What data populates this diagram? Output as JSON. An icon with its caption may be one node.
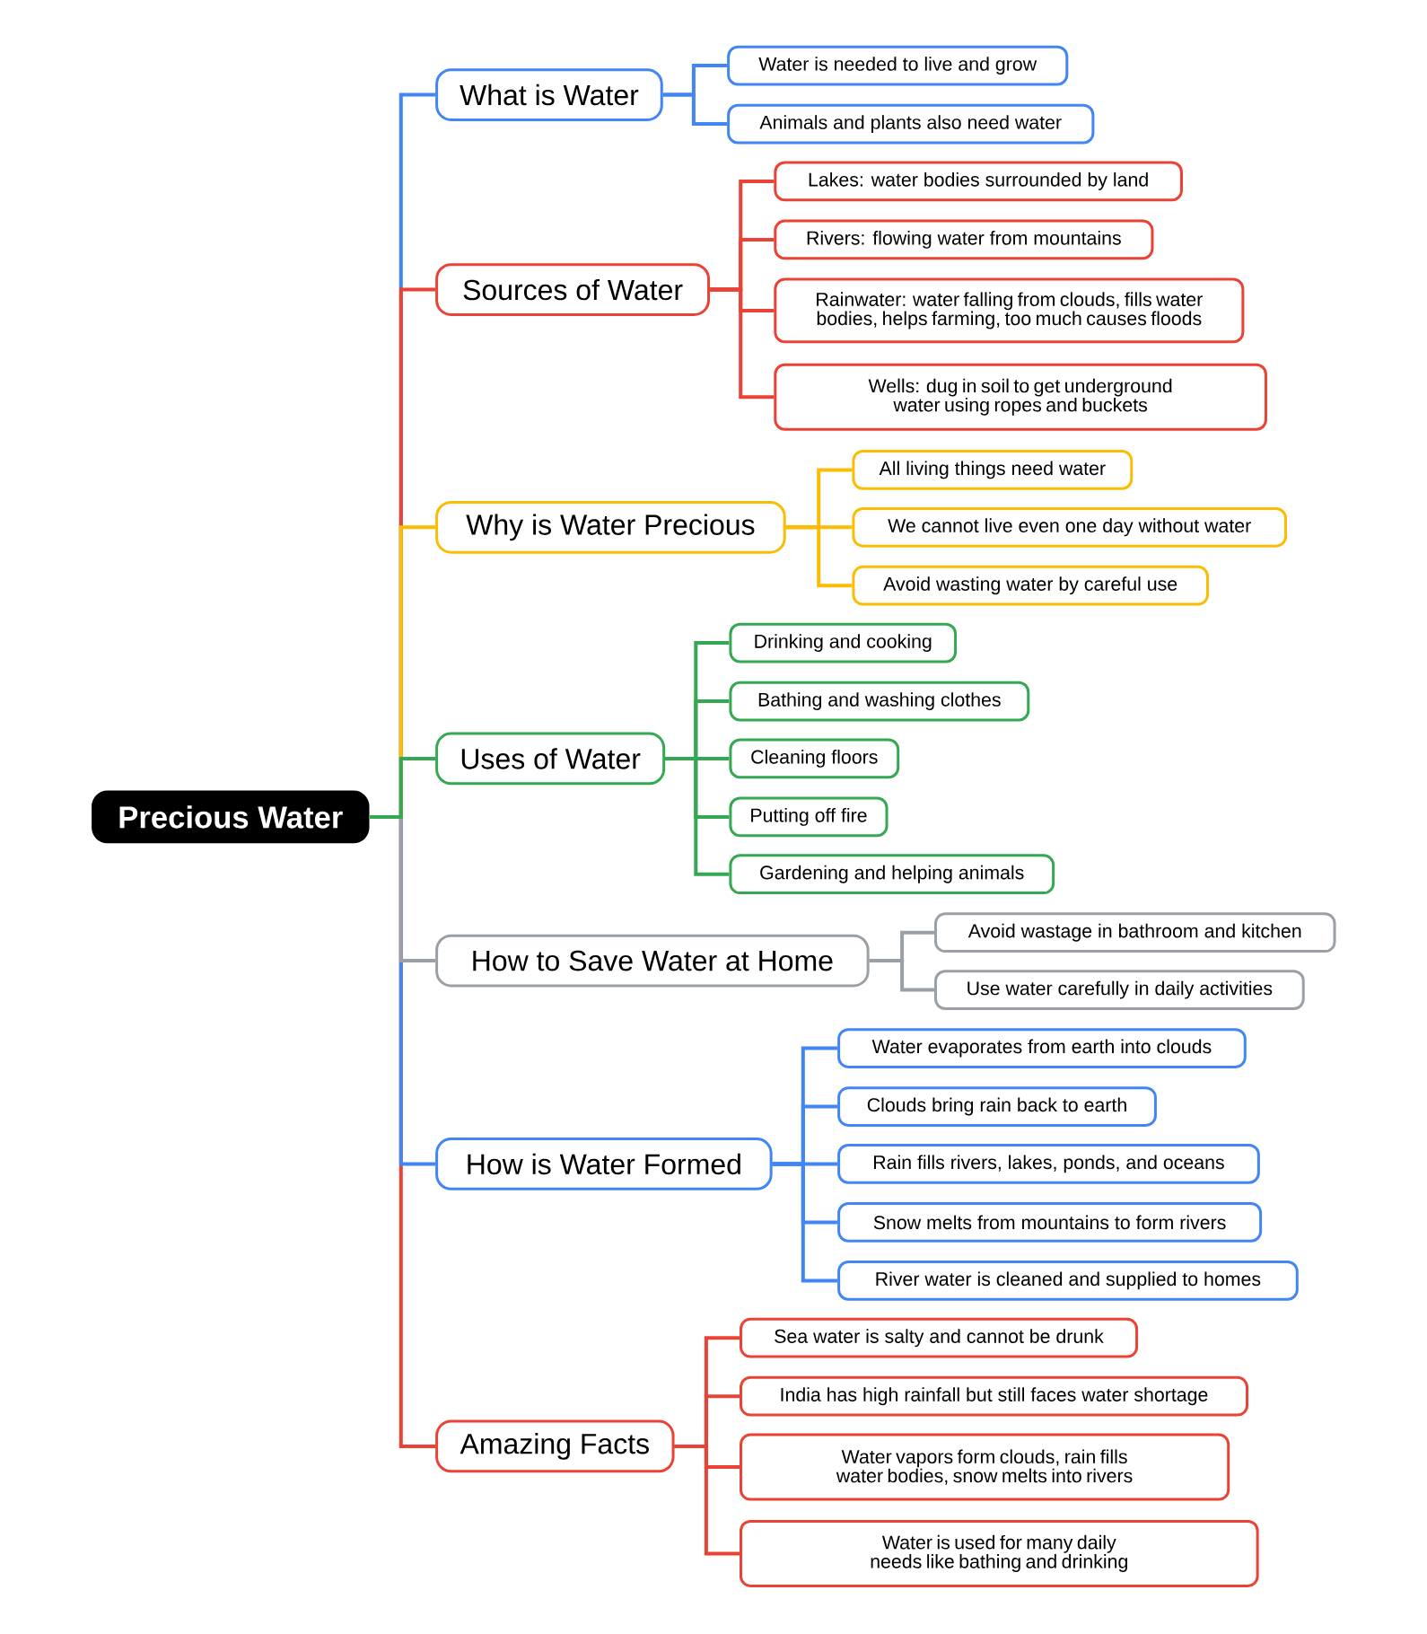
{
  "diagram": {
    "nodes": [
      {
        "text": [
          "Precious Water"
        ]
      },
      {
        "text": [
          "What is Water"
        ]
      },
      {
        "text": [
          "Water is needed to live and grow"
        ]
      },
      {
        "text": [
          "Animals and plants also need water"
        ]
      },
      {
        "text": [
          "Sources of Water"
        ]
      },
      {
        "text": [
          "Lakes: water bodies surrounded by land"
        ]
      },
      {
        "text": [
          "Rivers: flowing water from mountains"
        ]
      },
      {
        "text": [
          "Rainwater: water falling from clouds, fills water bodies, helps farming, too much causes floods"
        ]
      },
      {
        "text": [
          "Wells: dug in soil to get underground water using ropes and buckets"
        ]
      },
      {
        "text": [
          "Why is Water Precious"
        ]
      },
      {
        "text": [
          "All living things need water"
        ]
      },
      {
        "text": [
          "We cannot live even one day without water"
        ]
      },
      {
        "text": [
          "Avoid wasting water by careful use"
        ]
      },
      {
        "text": [
          "Uses of Water"
        ]
      },
      {
        "text": [
          "Drinking and cooking"
        ]
      },
      {
        "text": [
          "Bathing and washing clothes"
        ]
      },
      {
        "text": [
          "Cleaning floors"
        ]
      },
      {
        "text": [
          "Putting off fire"
        ]
      },
      {
        "text": [
          "Gardening and helping animals"
        ]
      },
      {
        "text": [
          "How to Save Water at Home"
        ]
      },
      {
        "text": [
          "Avoid wastage in bathroom and kitchen"
        ]
      },
      {
        "text": [
          "Use water carefully in daily activities"
        ]
      },
      {
        "text": [
          "How is Water Formed"
        ]
      },
      {
        "text": [
          "Water evaporates from earth into clouds"
        ]
      },
      {
        "text": [
          "Clouds bring rain back to earth"
        ]
      },
      {
        "text": [
          "Rain fills rivers, lakes, ponds, and oceans"
        ]
      },
      {
        "text": [
          "Snow melts from mountains to form rivers"
        ]
      },
      {
        "text": [
          "River water is cleaned and supplied to homes"
        ]
      },
      {
        "text": [
          "Amazing Facts"
        ]
      },
      {
        "text": [
          "Sea water is salty and cannot be drunk"
        ]
      },
      {
        "text": [
          "India has high rainfall but still faces water shortage"
        ]
      },
      {
        "text": [
          "Water vapors form clouds, rain fills water bodies, snow melts into rivers"
        ]
      },
      {
        "text": [
          "Water is used for many daily needs like bathing and drinking"
        ]
      }
    ],
    "edges": [
      {
        "from": 0,
        "to": 1,
        "arrow": "none",
        "color": "#4285f4"
      },
      {
        "from": 1,
        "to": 2,
        "arrow": "none",
        "color": "#4285f4"
      },
      {
        "from": 1,
        "to": 3,
        "arrow": "none",
        "color": "#4285f4"
      },
      {
        "from": 0,
        "to": 4,
        "arrow": "none",
        "color": "#ea4335"
      },
      {
        "from": 4,
        "to": 5,
        "arrow": "none",
        "color": "#ea4335"
      },
      {
        "from": 4,
        "to": 6,
        "arrow": "none",
        "color": "#ea4335"
      },
      {
        "from": 4,
        "to": 7,
        "arrow": "none",
        "color": "#ea4335"
      },
      {
        "from": 4,
        "to": 8,
        "arrow": "none",
        "color": "#ea4335"
      },
      {
        "from": 0,
        "to": 9,
        "arrow": "none",
        "color": "#fbbc04"
      },
      {
        "from": 9,
        "to": 10,
        "arrow": "none",
        "color": "#fbbc04"
      },
      {
        "from": 9,
        "to": 11,
        "arrow": "none",
        "color": "#fbbc04"
      },
      {
        "from": 9,
        "to": 12,
        "arrow": "none",
        "color": "#fbbc04"
      },
      {
        "from": 0,
        "to": 13,
        "arrow": "none",
        "color": "#34a853"
      },
      {
        "from": 13,
        "to": 14,
        "arrow": "none",
        "color": "#34a853"
      },
      {
        "from": 13,
        "to": 15,
        "arrow": "none",
        "color": "#34a853"
      },
      {
        "from": 13,
        "to": 16,
        "arrow": "none",
        "color": "#34a853"
      },
      {
        "from": 13,
        "to": 17,
        "arrow": "none",
        "color": "#34a853"
      },
      {
        "from": 13,
        "to": 18,
        "arrow": "none",
        "color": "#34a853"
      },
      {
        "from": 0,
        "to": 19,
        "arrow": "none",
        "color": "#9aa0a6"
      },
      {
        "from": 19,
        "to": 20,
        "arrow": "none",
        "color": "#9aa0a6"
      },
      {
        "from": 19,
        "to": 21,
        "arrow": "none",
        "color": "#9aa0a6"
      },
      {
        "from": 0,
        "to": 22,
        "arrow": "none",
        "color": "#4285f4"
      },
      {
        "from": 22,
        "to": 23,
        "arrow": "none",
        "color": "#4285f4"
      },
      {
        "from": 22,
        "to": 24,
        "arrow": "none",
        "color": "#4285f4"
      },
      {
        "from": 22,
        "to": 25,
        "arrow": "none",
        "color": "#4285f4"
      },
      {
        "from": 22,
        "to": 26,
        "arrow": "none",
        "color": "#4285f4"
      },
      {
        "from": 22,
        "to": 27,
        "arrow": "none",
        "color": "#4285f4"
      },
      {
        "from": 0,
        "to": 28,
        "arrow": "none",
        "color": "#ea4335"
      },
      {
        "from": 28,
        "to": 29,
        "arrow": "none",
        "color": "#ea4335"
      },
      {
        "from": 28,
        "to": 30,
        "arrow": "none",
        "color": "#ea4335"
      },
      {
        "from": 28,
        "to": 31,
        "arrow": "none",
        "color": "#ea4335"
      },
      {
        "from": 28,
        "to": 32,
        "arrow": "none",
        "color": "#ea4335"
      }
    ]
  }
}
